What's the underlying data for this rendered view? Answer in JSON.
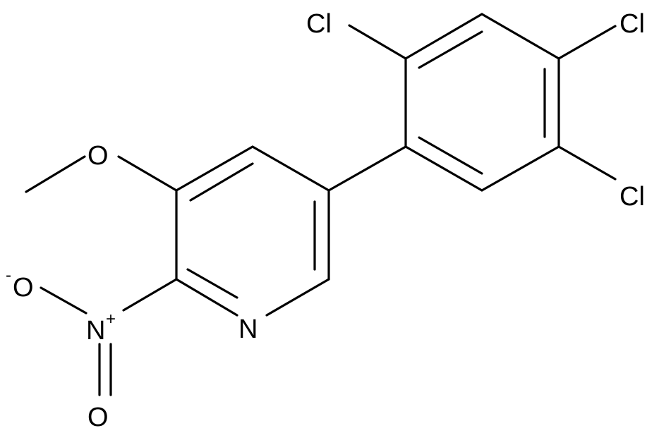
{
  "structure": {
    "atoms": {
      "cl_top": "Cl",
      "cl_right_top": "Cl",
      "cl_right_bottom": "Cl",
      "methoxy_o": "O",
      "ring_n": "N",
      "nitro_n": "N",
      "nitro_o_upper": "O",
      "nitro_o_lower": "O"
    },
    "charges": {
      "nitro_n": "+",
      "nitro_o_upper": "-"
    }
  }
}
